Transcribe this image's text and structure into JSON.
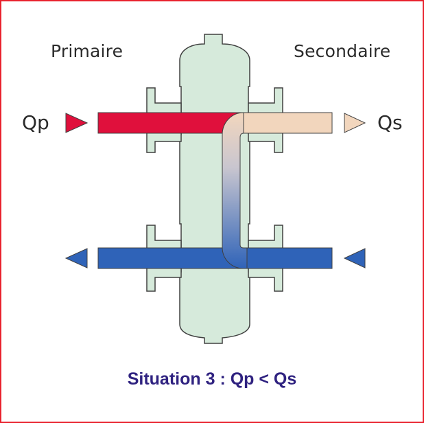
{
  "labels": {
    "primary": "Primaire",
    "secondary": "Secondaire",
    "qp": "Qp",
    "qs": "Qs"
  },
  "caption": "Situation 3 : Qp < Qs",
  "colors": {
    "frame": "#e8222e",
    "vessel_fill": "#d6eadb",
    "hot": "#e0103c",
    "warm": "#f2d6bd",
    "cold": "#2f63b8",
    "caption": "#2f2280"
  }
}
